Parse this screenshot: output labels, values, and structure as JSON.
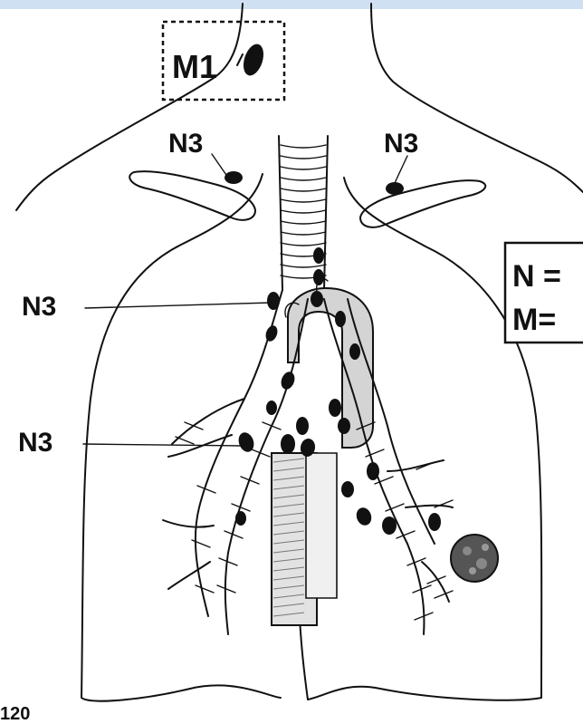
{
  "diagram": {
    "labels": {
      "m1": "M1",
      "n3_top_left": "N3",
      "n3_top_right": "N3",
      "n3_mid_left": "N3",
      "n3_lower_left": "N3"
    },
    "legend": {
      "line1": "N =",
      "line2": "M="
    },
    "page_number": "120"
  },
  "colors": {
    "ink": "#111111",
    "background": "#ffffff",
    "aorta_fill": "#d4d4d4",
    "vessel_fill": "#e2e2e2",
    "top_strip": "#cfe0f2"
  },
  "icons": [
    "tumor-mass",
    "lymph-node"
  ]
}
